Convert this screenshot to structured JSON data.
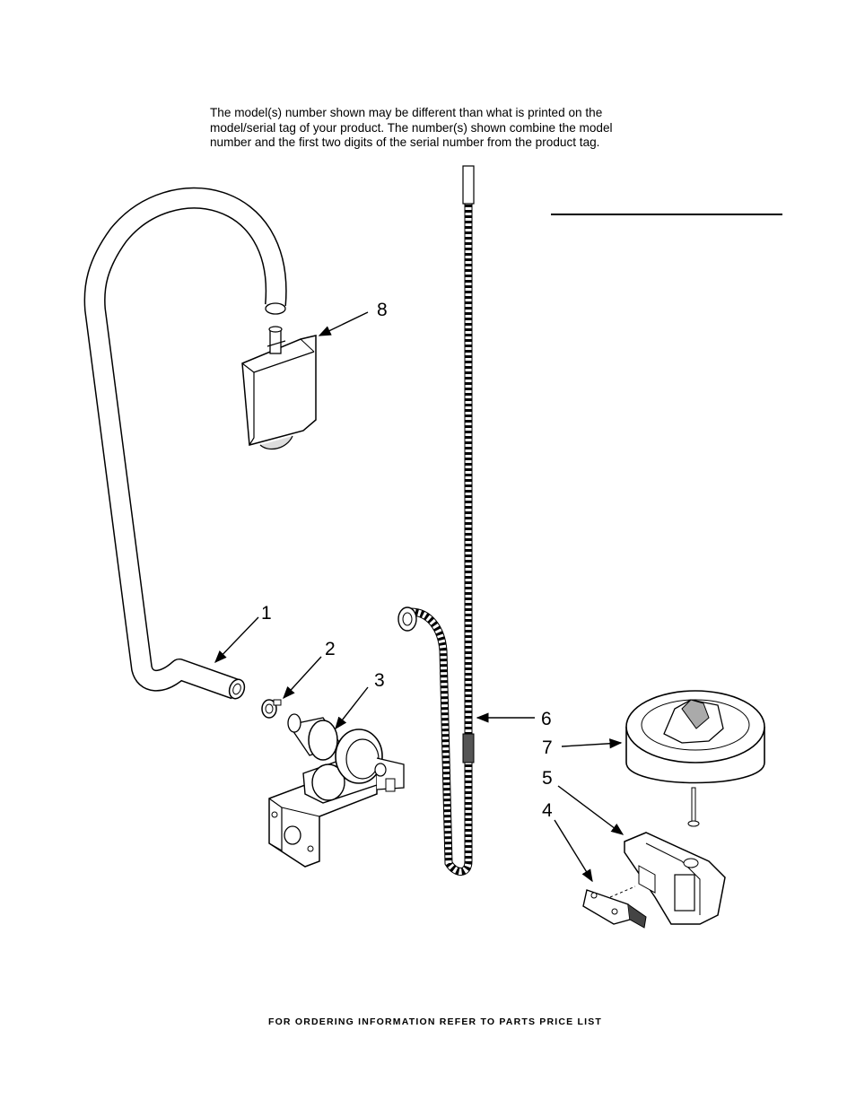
{
  "notice": {
    "line1": "The model(s) number shown may be different than what is printed on the",
    "line2": "model/serial tag of your product. The number(s) shown combine the model",
    "line3": "number and the first two digits of the serial number from the product tag."
  },
  "footer": "FOR ORDERING INFORMATION REFER TO PARTS PRICE LIST",
  "callouts": [
    "1",
    "2",
    "3",
    "4",
    "5",
    "6",
    "7",
    "8"
  ]
}
